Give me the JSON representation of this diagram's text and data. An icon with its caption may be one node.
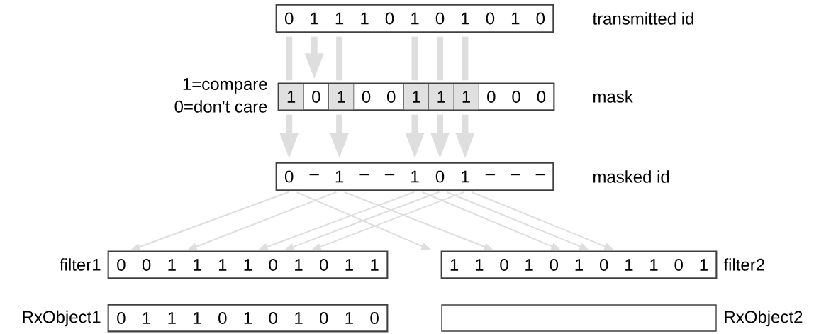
{
  "diagram": {
    "nodes": [
      {
        "text": [
          "0",
          "1",
          "1",
          "1",
          "0",
          "1",
          "0",
          "1",
          "0",
          "1",
          "0"
        ],
        "beside": [
          "transmitted id"
        ]
      },
      {
        "text": [
          "1",
          "0",
          "1",
          "0",
          "0",
          "1",
          "1",
          "1",
          "0",
          "0",
          "0"
        ],
        "beside": [
          "1=compare",
          "0=don't care",
          "mask"
        ]
      },
      {
        "text": [
          "0",
          "–",
          "1",
          "–",
          "–",
          "1",
          "0",
          "1",
          "–",
          "–",
          "–"
        ],
        "beside": [
          "masked id"
        ]
      },
      {
        "text": [
          "0",
          "0",
          "1",
          "1",
          "1",
          "1",
          "0",
          "1",
          "0",
          "1",
          "1"
        ],
        "beside": [
          "filter1"
        ]
      },
      {
        "text": [
          "1",
          "1",
          "0",
          "1",
          "0",
          "1",
          "0",
          "1",
          "1",
          "0",
          "1"
        ],
        "beside": [
          "filter2"
        ]
      },
      {
        "text": [
          "0",
          "1",
          "1",
          "1",
          "0",
          "1",
          "0",
          "1",
          "0",
          "1",
          "0"
        ],
        "beside": [
          "RxObject1"
        ]
      },
      {
        "text": [],
        "shape": "box",
        "beside": [
          "RxObject2"
        ]
      }
    ],
    "edges": [
      {
        "from": 0,
        "to": 1,
        "arrow": "none"
      },
      {
        "from": 0,
        "to": 1,
        "arrow": "to"
      },
      {
        "from": 0,
        "to": 1,
        "arrow": "none"
      },
      {
        "from": 0,
        "to": 1,
        "arrow": "none"
      },
      {
        "from": 0,
        "to": 1,
        "arrow": "none"
      },
      {
        "from": 0,
        "to": 1,
        "arrow": "none"
      },
      {
        "from": 1,
        "to": 2,
        "arrow": "to"
      },
      {
        "from": 1,
        "to": 2,
        "arrow": "to"
      },
      {
        "from": 1,
        "to": 2,
        "arrow": "to"
      },
      {
        "from": 1,
        "to": 2,
        "arrow": "to"
      },
      {
        "from": 1,
        "to": 2,
        "arrow": "to"
      },
      {
        "from": 2,
        "to": 3,
        "arrow": "to"
      },
      {
        "from": 2,
        "to": 3,
        "arrow": "to"
      },
      {
        "from": 2,
        "to": 3,
        "arrow": "to"
      },
      {
        "from": 2,
        "to": 3,
        "arrow": "to"
      },
      {
        "from": 2,
        "to": 3,
        "arrow": "to"
      },
      {
        "from": 2,
        "to": 4,
        "arrow": "to"
      },
      {
        "from": 2,
        "to": 4,
        "arrow": "to"
      },
      {
        "from": 2,
        "to": 4,
        "arrow": "to"
      },
      {
        "from": 2,
        "to": 4,
        "arrow": "to"
      },
      {
        "from": 2,
        "to": 4,
        "arrow": "to"
      }
    ]
  }
}
